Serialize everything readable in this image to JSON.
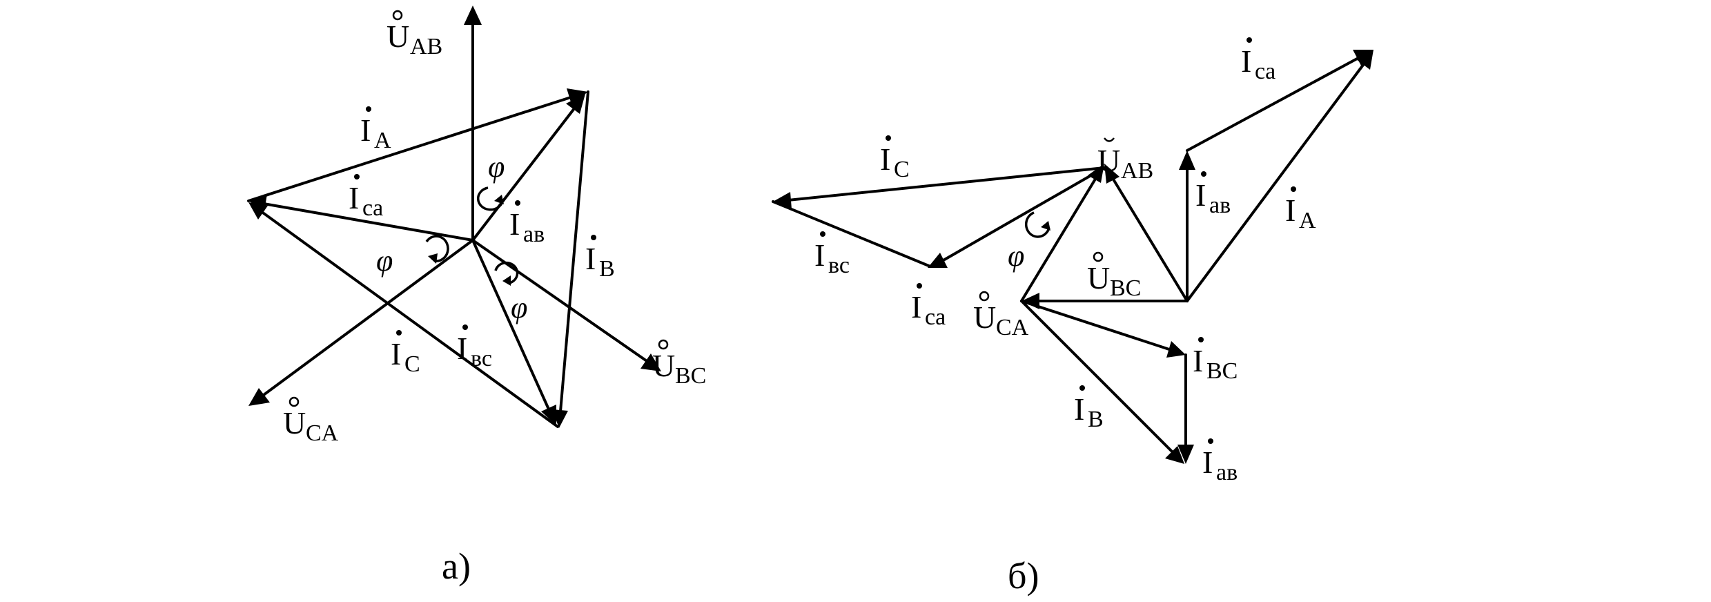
{
  "diagram_a": {
    "caption": "а)",
    "voltages": {
      "u_ab": {
        "main": "U",
        "sub": "AB"
      },
      "u_bc": {
        "main": "U",
        "sub": "BC"
      },
      "u_ca": {
        "main": "U",
        "sub": "CA"
      }
    },
    "phase_currents": {
      "i_ab": {
        "main": "I",
        "sub": "ав"
      },
      "i_bc": {
        "main": "I",
        "sub": "вс"
      },
      "i_ca": {
        "main": "I",
        "sub": "ca"
      }
    },
    "line_currents": {
      "i_a": {
        "main": "I",
        "sub": "A"
      },
      "i_b": {
        "main": "I",
        "sub": "B"
      },
      "i_c": {
        "main": "I",
        "sub": "C"
      }
    },
    "angle_symbol": "φ"
  },
  "diagram_b": {
    "caption": "б)",
    "voltages": {
      "u_ab": {
        "main": "U",
        "sub": "AB"
      },
      "u_bc": {
        "main": "U",
        "sub": "BC"
      },
      "u_ca": {
        "main": "U",
        "sub": "CA"
      }
    },
    "phase_currents": {
      "i_ab": {
        "main": "I",
        "sub": "ав"
      },
      "i_ab_2": {
        "main": "I",
        "sub": "ав"
      },
      "i_bc": {
        "main": "I",
        "sub": "вс"
      },
      "i_ca": {
        "main": "I",
        "sub": "ca"
      },
      "i_ca_2": {
        "main": "I",
        "sub": "ca"
      }
    },
    "line_currents": {
      "i_a": {
        "main": "I",
        "sub": "A"
      },
      "i_b": {
        "main": "I",
        "sub": "B"
      },
      "i_c": {
        "main": "I",
        "sub": "C"
      },
      "i_bc_big": {
        "main": "I",
        "sub": "BC"
      }
    },
    "angle_symbol": "φ"
  }
}
